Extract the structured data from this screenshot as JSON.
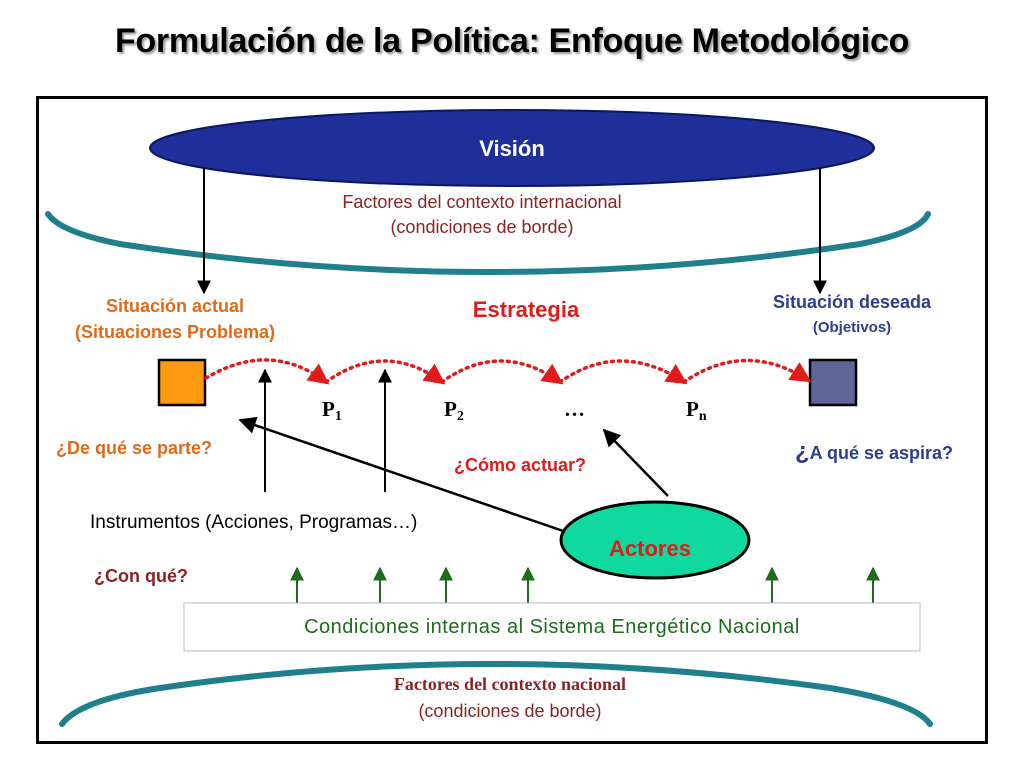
{
  "title": "Formulación de la Política: Enfoque Metodológico",
  "vision": {
    "label": "Visión"
  },
  "intl_context": {
    "line1": "Factores del contexto internacional",
    "line2": "(condiciones de borde)"
  },
  "current_situation": {
    "line1": "Situación actual",
    "line2": "(Situaciones Problema)",
    "question": "¿De qué se parte?"
  },
  "desired_situation": {
    "line1": "Situación deseada",
    "line2": "(Objetivos)",
    "question_mark": "¿",
    "question": "A qué se aspira?"
  },
  "strategy": {
    "label": "Estrategia",
    "question": "¿Cómo actuar?"
  },
  "steps": [
    {
      "letter": "P",
      "sub": "1"
    },
    {
      "letter": "P",
      "sub": "2"
    },
    {
      "letter": "…",
      "sub": ""
    },
    {
      "letter": "P",
      "sub": "n"
    }
  ],
  "instruments": {
    "label": "Instrumentos (Acciones, Programas…)",
    "question": "¿Con qué?"
  },
  "actors": {
    "label": "Actores"
  },
  "internal_conditions": {
    "label": "Condiciones internas al Sistema Energético Nacional"
  },
  "national_context": {
    "line1": "Factores del contexto nacional",
    "line2": "(condiciones de borde)"
  },
  "colors": {
    "vision_fill": "#1f2f9a",
    "teal": "#1f7f8a",
    "red_text": "#e01b1b",
    "brown_text": "#8b2323",
    "orange_text": "#e06a1a",
    "orange_box": "#ff9a10",
    "slate_box": "#5f6499",
    "navy_text": "#2f3d8f",
    "green_text": "#1e6b1e",
    "actors_fill": "#10d9a0",
    "dotted_red": "#e01b1b"
  }
}
